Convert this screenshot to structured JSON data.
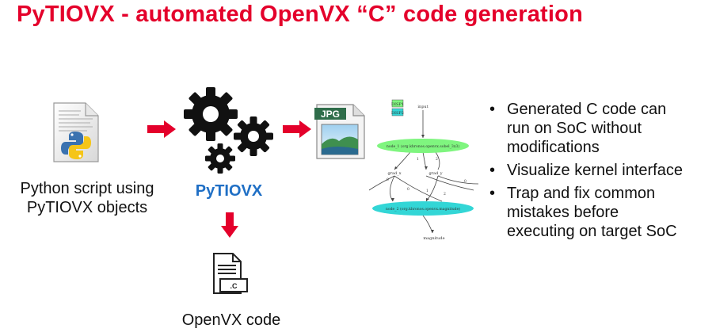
{
  "title": "PyTIOVX - automated OpenVX “C” code generation",
  "input": {
    "label_line1": "Python script using",
    "label_line2": "PyTIOVX objects",
    "icon": "python-file-icon"
  },
  "tool": {
    "label": "PyTIOVX",
    "icon": "gears-icon",
    "label_color": "#1f6fc5"
  },
  "output_code": {
    "label": "OpenVX code",
    "icon": "c-file-icon",
    "file_ext": ".C"
  },
  "output_image": {
    "icon": "jpg-file-icon",
    "ext_label": "JPG"
  },
  "graph": {
    "icon": "graph-visualization-icon",
    "node1": "node_1 (org.khronos.openvx.sobel_3x3)",
    "node2": "node_2 (org.khronos.openvx.magnitude)",
    "input": "input",
    "disp1": "DISP1",
    "disp2": "DISP2",
    "grad_x": "grad_x",
    "grad_y": "grad_y",
    "magnitude": "magnitude",
    "edge_labels": [
      "0",
      "1",
      "2",
      "0",
      "0",
      "1",
      "2"
    ]
  },
  "bullets": [
    {
      "line1": "Generated C code can",
      "line2": "run on SoC without",
      "line3": "modifications"
    },
    {
      "line1": "Visualize kernel interface",
      "line2": "",
      "line3": ""
    },
    {
      "line1": "Trap and fix common",
      "line2": "mistakes before",
      "line3": "executing on target SoC"
    }
  ],
  "bullet_char": "•",
  "colors": {
    "accent": "#e4002b",
    "arrow": "#e4002b",
    "tool_label": "#1f6fc5",
    "node_green": "#7ff57f",
    "node_cyan": "#33d6d6"
  }
}
